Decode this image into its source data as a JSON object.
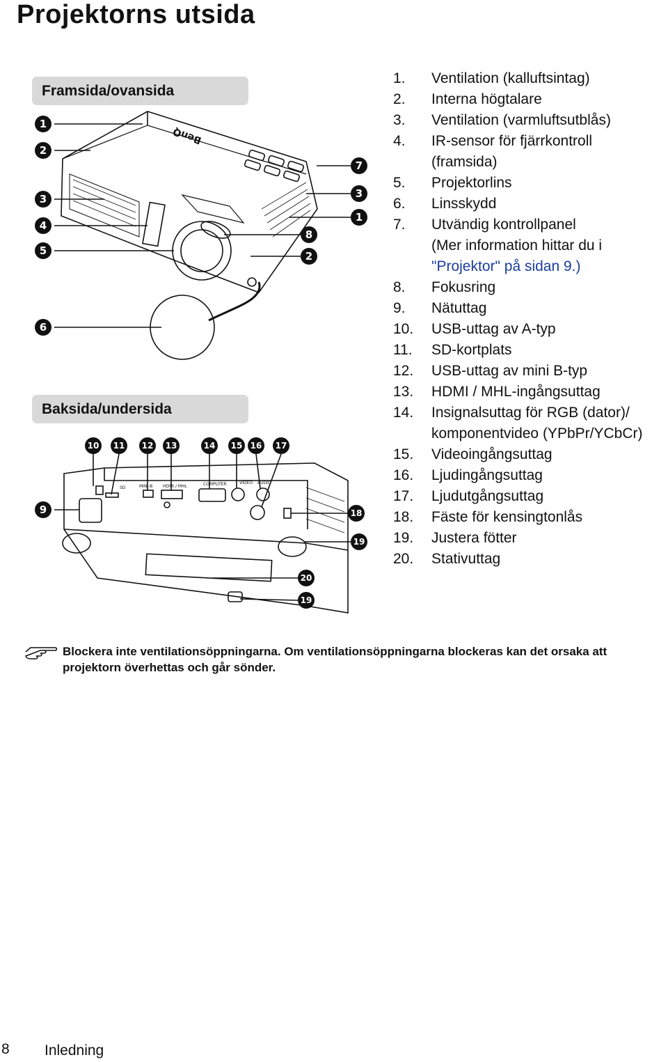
{
  "title": "Projektorns utsida",
  "front_section": "Framsida/ovansida",
  "back_section": "Baksida/undersida",
  "front_callouts": {
    "c1": "1",
    "c2": "2",
    "c3": "3",
    "c4": "4",
    "c5": "5",
    "c6": "6",
    "r7": "7",
    "r3": "3",
    "r1": "1",
    "r8": "8",
    "r2": "2"
  },
  "back_callouts": {
    "c9": "9",
    "c10": "10",
    "c11": "11",
    "c12": "12",
    "c13": "13",
    "c14": "14",
    "c15": "15",
    "c16": "16",
    "c17": "17",
    "c18": "18",
    "c19a": "19",
    "c20": "20",
    "c19b": "19"
  },
  "diagram_text": {
    "brand": "BenQ",
    "sd": "SD",
    "mini_b": "MINI-B",
    "hdmi": "HDMI / MHL",
    "computer": "COMPUTER",
    "video": "VIDEO",
    "audio": "AUDIO"
  },
  "parts": [
    {
      "num": "1.",
      "text": "Ventilation (kalluftsintag)"
    },
    {
      "num": "2.",
      "text": "Interna högtalare"
    },
    {
      "num": "3.",
      "text": "Ventilation (varmluftsutblås)"
    },
    {
      "num": "4.",
      "text": "IR-sensor för fjärrkontroll"
    },
    {
      "num": "",
      "text": "(framsida)"
    },
    {
      "num": "5.",
      "text": "Projektorlins"
    },
    {
      "num": "6.",
      "text": "Linsskydd"
    },
    {
      "num": "7.",
      "text": "Utvändig kontrollpanel"
    },
    {
      "num": "",
      "text": "(Mer information hittar du i"
    },
    {
      "num": "",
      "text": "\"Projektor\" på sidan 9.)",
      "link": true
    },
    {
      "num": "8.",
      "text": "Fokusring"
    },
    {
      "num": "9.",
      "text": "Nätuttag"
    },
    {
      "num": "10.",
      "text": "USB-uttag av A-typ"
    },
    {
      "num": "11.",
      "text": "SD-kortplats"
    },
    {
      "num": "12.",
      "text": "USB-uttag av mini B-typ"
    },
    {
      "num": "13.",
      "text": "HDMI / MHL-ingångsuttag"
    },
    {
      "num": "14.",
      "text": "Insignalsuttag för RGB (dator)/"
    },
    {
      "num": "",
      "text": "komponentvideo (YPbPr/YCbCr)"
    },
    {
      "num": "15.",
      "text": "Videoingångsuttag"
    },
    {
      "num": "16.",
      "text": "Ljudingångsuttag"
    },
    {
      "num": "17.",
      "text": "Ljudutgångsuttag"
    },
    {
      "num": "18.",
      "text": "Fäste för kensingtonlås"
    },
    {
      "num": "19.",
      "text": "Justera fötter"
    },
    {
      "num": "20.",
      "text": "Stativuttag"
    }
  ],
  "note": "Blockera inte ventilationsöppningarna. Om ventilationsöppningarna blockeras kan det orsaka att projektorn överhettas och går sönder.",
  "footer": {
    "page": "8",
    "label": "Inledning"
  }
}
